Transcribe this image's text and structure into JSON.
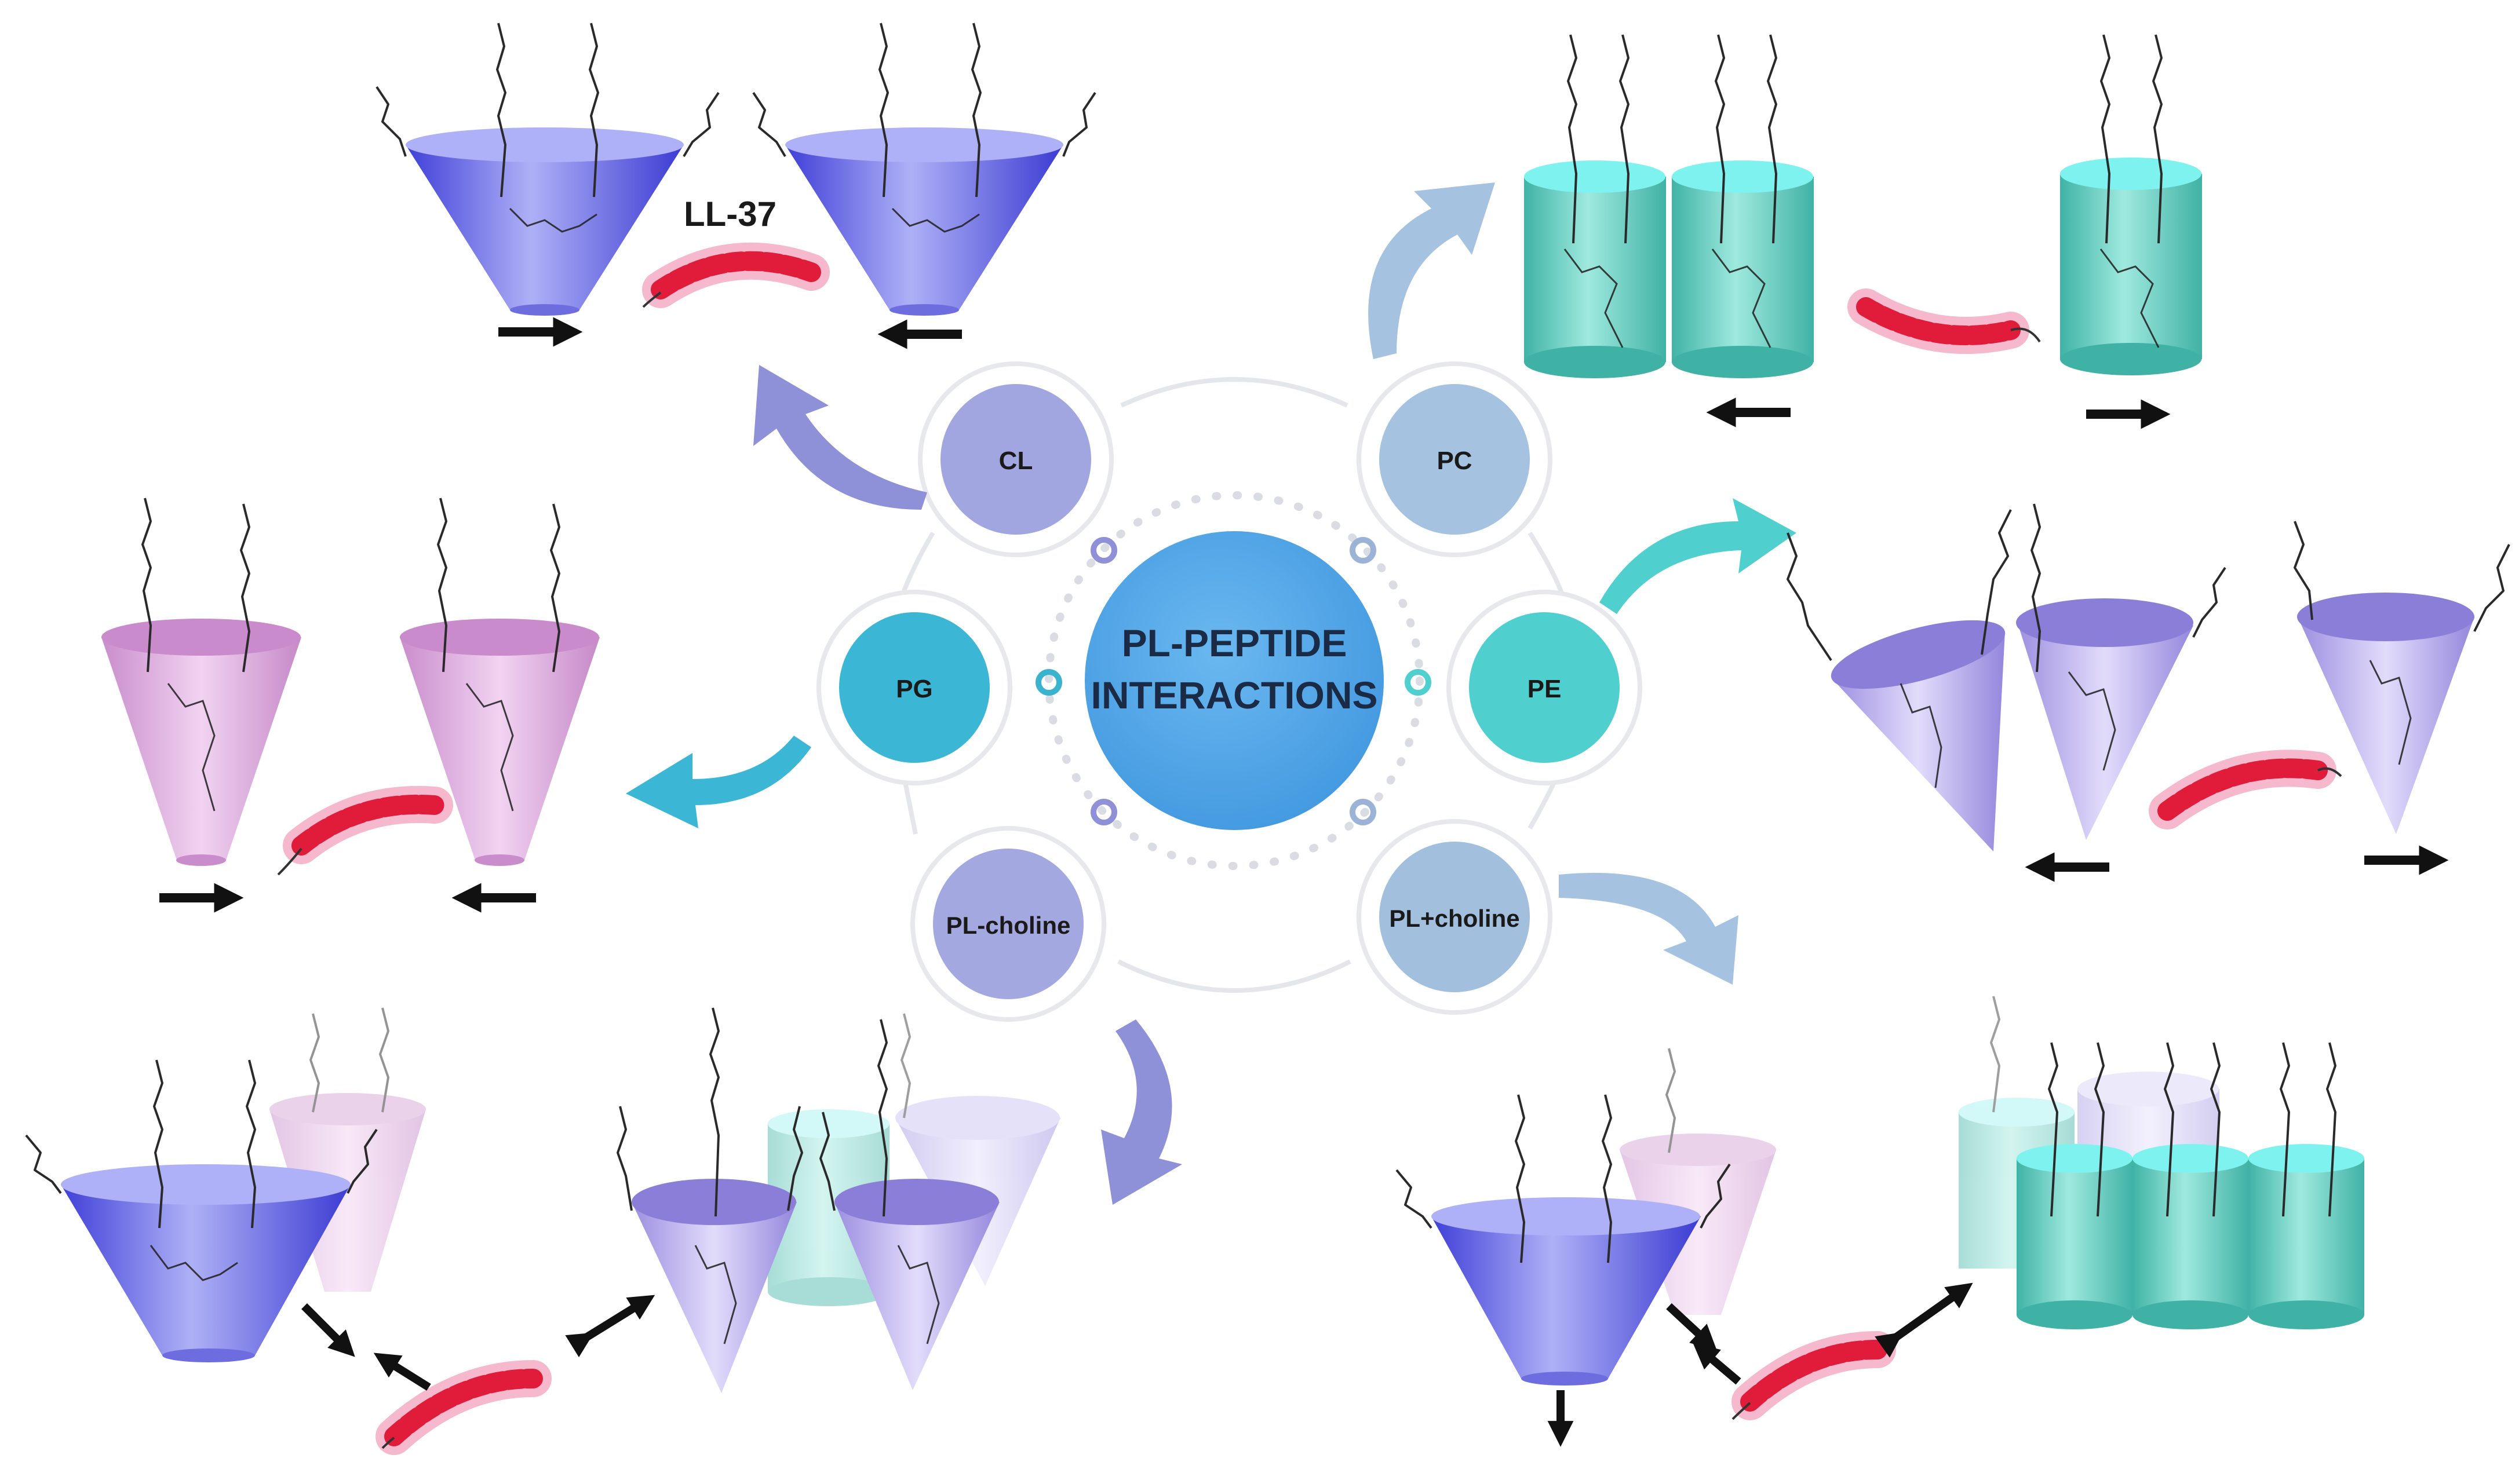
{
  "center": {
    "line1": "PL-PEPTIDE",
    "line2": "INTERACTIONS"
  },
  "nodes": {
    "cl": "CL",
    "pc": "PC",
    "pe": "PE",
    "pg": "PG",
    "pl_minus_choline": "PL-choline",
    "pl_plus_choline": "PL+choline"
  },
  "peptide_label": "LL-37",
  "colors": {
    "cl_blue": "#6f6fe8",
    "pc_cyan": "#5fd6cc",
    "pe_lavender": "#a99ae0",
    "pg_pink": "#d59ad6",
    "peptide_red": "#e11b3a",
    "center_blue": "#52a7e6",
    "node_cl": "#a1a6e0",
    "node_pc": "#a5c2e0",
    "node_pe": "#4fd0cf",
    "node_pg": "#3bb6d4",
    "node_plm": "#a4a8e0",
    "node_plp": "#a2c0de"
  }
}
